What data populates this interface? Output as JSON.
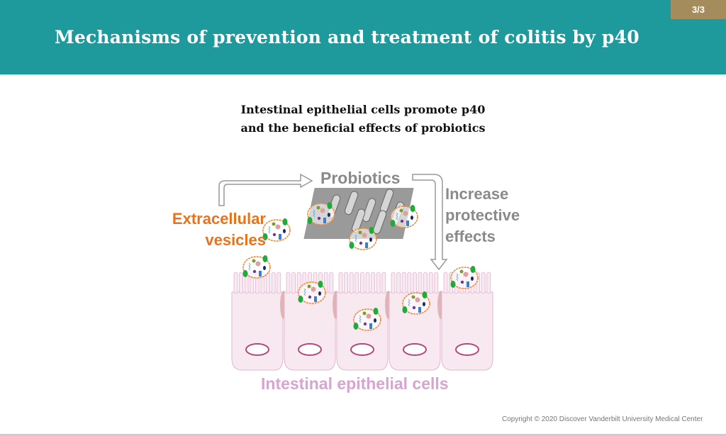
{
  "slide": {
    "page_badge": "3/3",
    "title": "Mechanisms of prevention and treatment of colitis by p40",
    "subtitle_line1": "Intestinal epithelial cells promote p40",
    "subtitle_line2": "and the beneficial effects of probiotics",
    "footer": "Copyright © 2020 Discover   Vanderbilt University Medical Center"
  },
  "diagram": {
    "label_extracellular_line1": "Extracellular",
    "label_extracellular_line2": "vesicles",
    "label_probiotics": "Probiotics",
    "label_increase_line1": "Increase",
    "label_increase_line2": "protective",
    "label_increase_line3": "effects",
    "label_cells": "Intestinal epithelial cells",
    "colors": {
      "header": "#1e9a9c",
      "badge": "#a48c5c",
      "ev": "#e8731c",
      "cells": "#d7a5cf"
    }
  }
}
